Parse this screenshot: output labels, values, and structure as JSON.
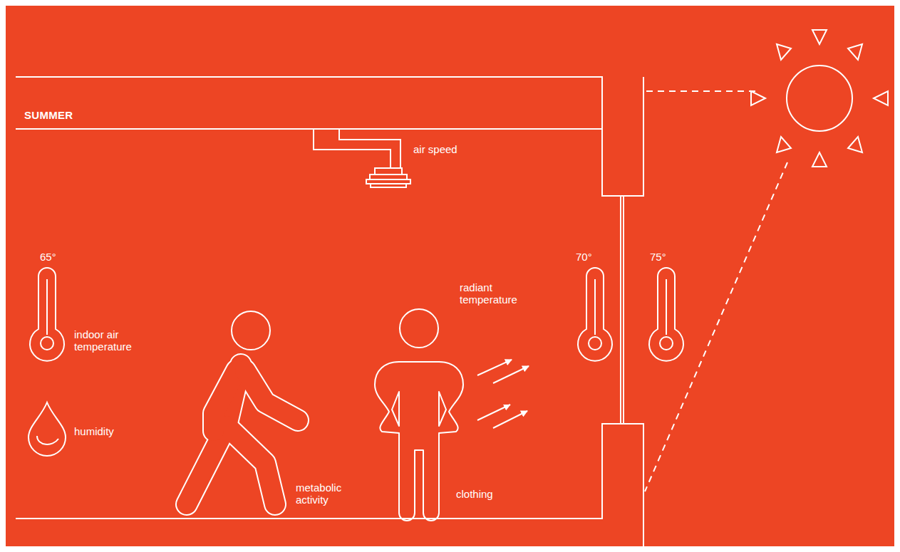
{
  "diagram": {
    "labels": [
      "SUMMER",
      "air speed",
      "65°",
      "indoor air temperature",
      "humidity",
      "radiant temperature",
      "70°",
      "75°",
      "metabolic activity",
      "clothing"
    ]
  }
}
